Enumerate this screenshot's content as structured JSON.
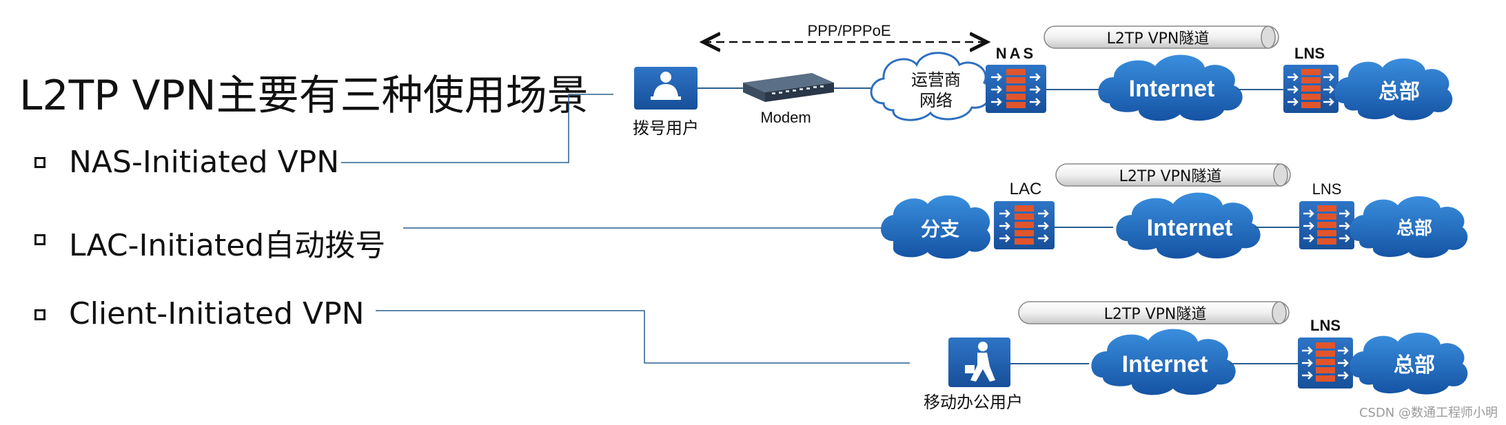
{
  "title": "L2TP VPN主要有三种使用场景",
  "scenarios": [
    {
      "label": "NAS-Initiated VPN"
    },
    {
      "label": "LAC-Initiated自动拨号"
    },
    {
      "label": "Client-Initiated VPN"
    }
  ],
  "row1": {
    "ppp_label": "PPP/PPPoE",
    "user_label": "拨号用户",
    "modem_label": "Modem",
    "isp_cloud_line1": "运营商",
    "isp_cloud_line2": "网络",
    "nas_label": "NAS",
    "tunnel_label": "L2TP VPN隧道",
    "internet_label": "Internet",
    "lns_label": "LNS",
    "hq_label": "总部"
  },
  "row2": {
    "branch_label": "分支",
    "lac_label": "LAC",
    "tunnel_label": "L2TP VPN隧道",
    "internet_label": "Internet",
    "lns_label": "LNS",
    "hq_label": "总部"
  },
  "row3": {
    "mobile_user_label": "移动办公用户",
    "tunnel_label": "L2TP VPN隧道",
    "internet_label": "Internet",
    "lns_label": "LNS",
    "hq_label": "总部"
  },
  "watermark": "CSDN @数通工程师小明",
  "colors": {
    "cloud": "#1f6fc2",
    "device": "#1a5aa8",
    "firewall": "#e2552b",
    "line": "#2a5d8f"
  }
}
